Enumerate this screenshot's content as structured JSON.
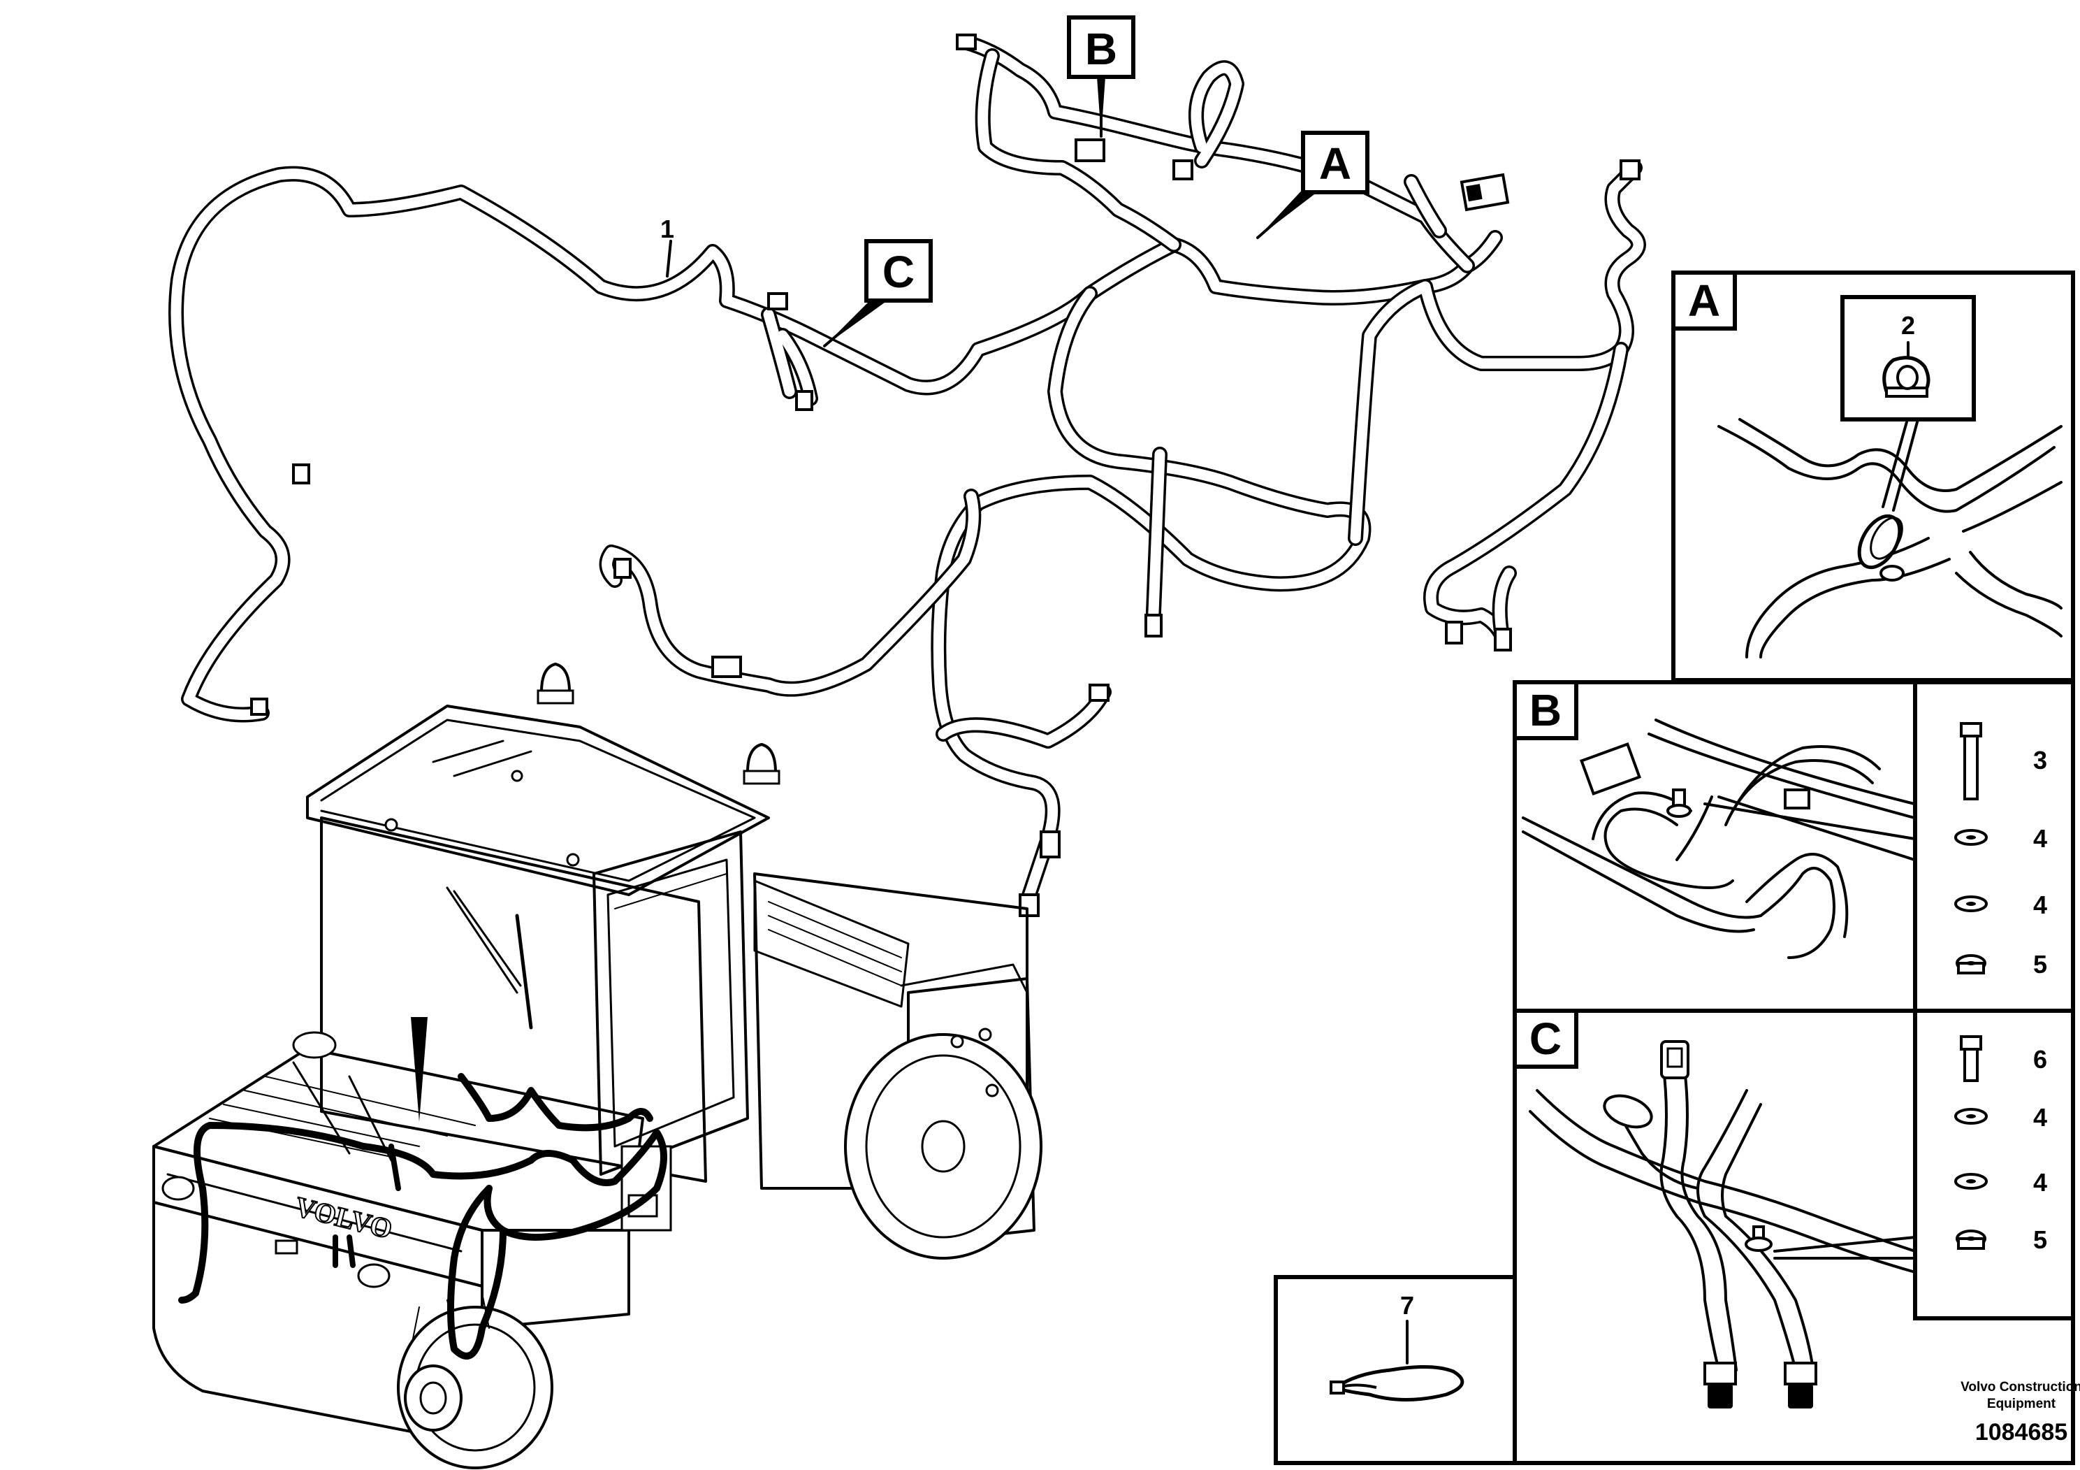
{
  "callouts": {
    "main_harness": "1",
    "detail_a": "A",
    "detail_b": "B",
    "detail_c": "C"
  },
  "panel_a": {
    "label": "A",
    "part": "2"
  },
  "panel_b": {
    "label": "B",
    "parts": [
      "3",
      "4",
      "4",
      "5"
    ]
  },
  "panel_c": {
    "label": "C",
    "parts": [
      "6",
      "4",
      "4",
      "5"
    ]
  },
  "panel_tie": {
    "part": "7"
  },
  "brand_text": "VOLVO",
  "credit": {
    "line1": "Volvo Construction",
    "line2": "Equipment"
  },
  "document_number": "1084685"
}
